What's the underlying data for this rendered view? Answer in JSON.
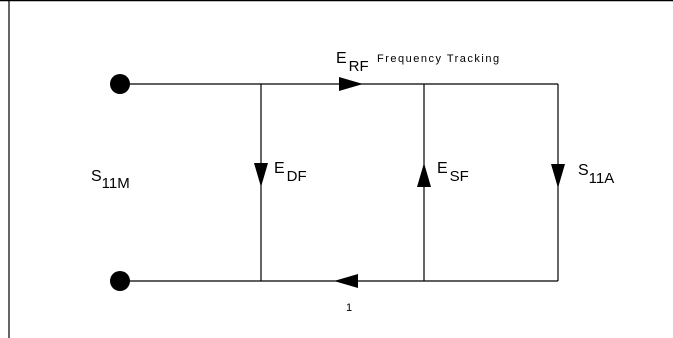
{
  "colors": {
    "line": "#000000",
    "background": "#ffffff"
  },
  "labels": {
    "s11m": {
      "main": "S",
      "sub": "11M"
    },
    "edf": {
      "main": "E",
      "sub": "DF"
    },
    "esf": {
      "main": "E",
      "sub": "SF"
    },
    "s11a": {
      "main": "S",
      "sub": "11A"
    },
    "erf": {
      "main": "E",
      "sub": "RF",
      "caption": "Frequency Tracking"
    },
    "unity": "1"
  }
}
